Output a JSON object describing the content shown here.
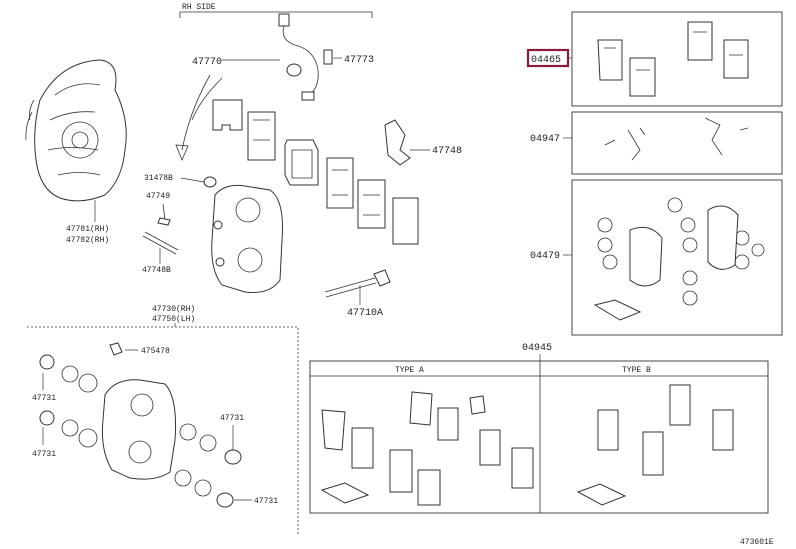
{
  "title_rh_side": "RH SIDE",
  "labels": {
    "p04465": "04465",
    "p04947": "04947",
    "p04479": "04479",
    "p04945": "04945",
    "p47770": "47770",
    "p47773": "47773",
    "p47748": "47748",
    "p31478B": "31478B",
    "p47749": "47749",
    "p47748B": "47748B",
    "p47781": "47781(RH)",
    "p47782": "47782(RH)",
    "p47710A": "47710A",
    "p47730": "47730(RH)",
    "p47750": "47750(LH)",
    "p475478": "475478",
    "p47731a": "47731",
    "p47731b": "47731",
    "p47731c": "47731",
    "p47731d": "47731"
  },
  "type_a": "TYPE A",
  "type_b": "TYPE B",
  "code": "473601E",
  "highlight_color": "#8b1a3a"
}
